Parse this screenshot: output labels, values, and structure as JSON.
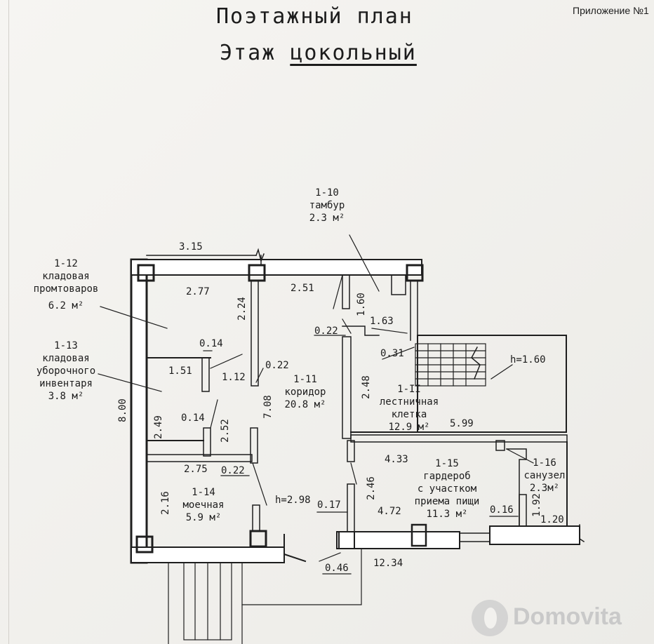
{
  "header": {
    "title_line1": "Поэтажный план",
    "title_line2_prefix": "Этаж ",
    "title_line2_underlined": "цокольный",
    "appendix": "Приложение №1"
  },
  "rooms": {
    "r110": {
      "number": "1-10",
      "name": "тамбур",
      "area": "2.3 м²"
    },
    "r112": {
      "number": "1-12",
      "name1": "кладовая",
      "name2": "промтоваров",
      "area": "6.2 м²"
    },
    "r113": {
      "number": "1-13",
      "name1": "кладовая",
      "name2": "уборочного",
      "name3": "инвентаря",
      "area": "3.8 м²"
    },
    "r111a": {
      "number": "1-11",
      "name": "коридор",
      "area": "20.8 м²"
    },
    "r111b": {
      "number": "1-II",
      "name1": "лестничная",
      "name2": "клетка",
      "area": "12.9 м²"
    },
    "r114": {
      "number": "1-14",
      "name": "моечная",
      "area": "5.9 м²"
    },
    "r115": {
      "number": "1-15",
      "name1": "гардероб",
      "name2": "с участком",
      "name3": "приема пищи",
      "area": "11.3 м²"
    },
    "r116": {
      "number": "1-16",
      "name": "санузел",
      "area": "2.3м²"
    }
  },
  "dimensions": {
    "d315": "3.15",
    "d277": "2.77",
    "d224": "2.24",
    "d251": "2.51",
    "d160": "1.60",
    "d163": "1.63",
    "d022a": "0.22",
    "d031": "0.31",
    "d014a": "0.14",
    "d151": "1.51",
    "d112": "1.12",
    "d022b": "0.22",
    "d248": "2.48",
    "d708": "7.08",
    "d800": "8.00",
    "d249": "2.49",
    "d014b": "0.14",
    "d252": "2.52",
    "d275": "2.75",
    "d022c": "0.22",
    "d433": "4.33",
    "d216": "2.16",
    "d246": "2.46",
    "d017": "0.17",
    "d472": "4.72",
    "d016": "0.16",
    "d192": "1.92",
    "d120": "1.20",
    "d046": "0.46",
    "d1234": "12.34",
    "d599": "5.99"
  },
  "heights": {
    "h160": "h=1.60",
    "h298": "h=2.98"
  },
  "watermark": {
    "text": "Domovita"
  }
}
